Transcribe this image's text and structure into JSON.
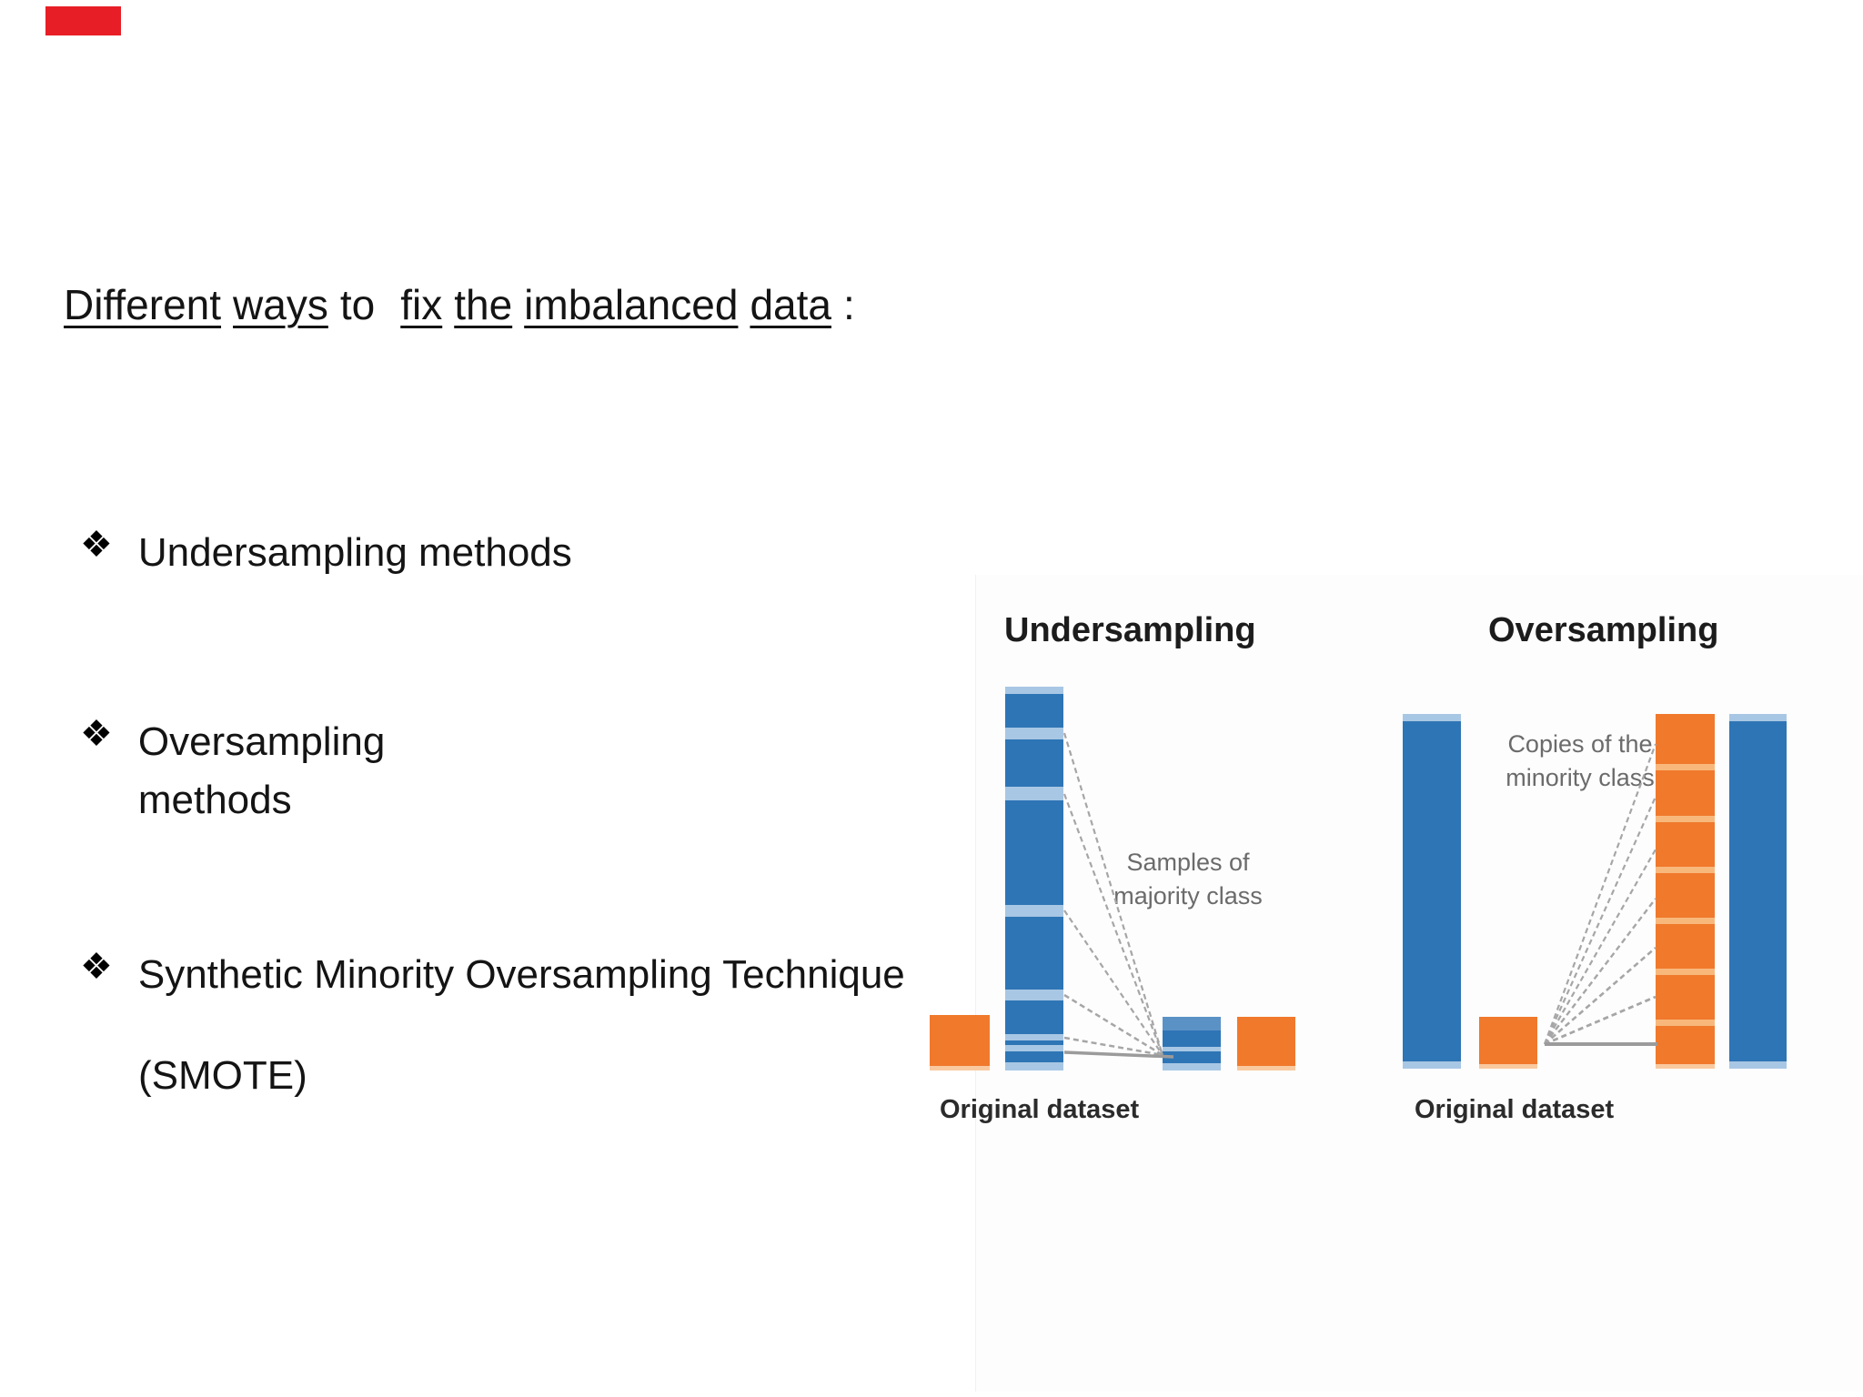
{
  "colors": {
    "accent_red": "#e81e26",
    "majority_blue": "#2e75b5",
    "light_blue": "#a8c7e4",
    "minority_orange": "#f0792c",
    "connector_gray": "#a6a6a6"
  },
  "title": {
    "w1": "Different",
    "w2": "ways",
    "w3": "to",
    "w4": "fix",
    "w5": "the",
    "w6": "imbalanced",
    "w7": "data",
    "w8": ":"
  },
  "bullets": [
    {
      "marker": "❖",
      "line1": "Undersampling methods"
    },
    {
      "marker": "❖",
      "line1": "Oversampling",
      "line2": "methods"
    },
    {
      "marker": "❖",
      "line1": "Synthetic Minority Oversampling Technique",
      "line2": "(SMOTE)"
    }
  ],
  "figure": {
    "undersampling": {
      "title": "Undersampling",
      "annotation_line1": "Samples of",
      "annotation_line2": "majority class",
      "caption": "Original dataset",
      "majority_segments": 6,
      "sampled_rows": 4
    },
    "oversampling": {
      "title": "Oversampling",
      "annotation_line1": "Copies of the",
      "annotation_line2": "minority class",
      "caption": "Original dataset",
      "minority_copies": 7
    }
  }
}
